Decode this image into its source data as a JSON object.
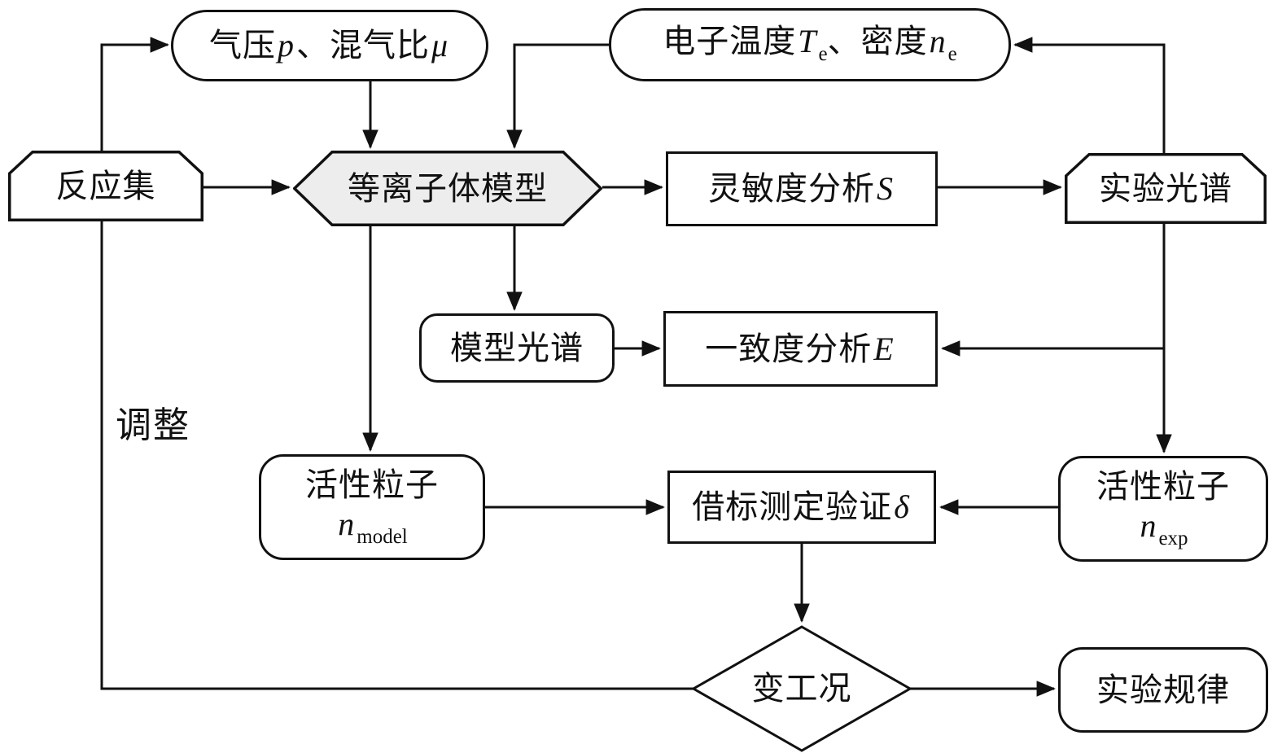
{
  "figure": {
    "type": "flowchart",
    "language": "zh-CN"
  },
  "nodes": {
    "pressure": {
      "p1": "气压",
      "p2": "p",
      "p3": "、混气比",
      "p4": "μ"
    },
    "electron": {
      "p1": "电子温度",
      "p2": "T",
      "p3": "e",
      "p4": "、密度",
      "p5": "n",
      "p6": "e"
    },
    "reaction": {
      "label": "反应集"
    },
    "plasma": {
      "label": "等离子体模型"
    },
    "sensitivity": {
      "p1": "灵敏度分析",
      "p2": "S"
    },
    "exp_spectrum": {
      "label": "实验光谱"
    },
    "model_spectrum": {
      "label": "模型光谱"
    },
    "consistency": {
      "p1": "一致度分析",
      "p2": "E"
    },
    "n_model": {
      "line1": "活性粒子",
      "sym": "n",
      "sub": "model"
    },
    "calibration": {
      "p1": "借标测定验证",
      "p2": "δ"
    },
    "n_exp": {
      "line1": "活性粒子",
      "sym": "n",
      "sub": "exp"
    },
    "decision": {
      "label": "变工况"
    },
    "law": {
      "label": "实验规律"
    }
  },
  "labels": {
    "adjust": "调整"
  },
  "edges": [
    {
      "from": "decision",
      "to": "pressure",
      "label": "调整"
    },
    {
      "from": "pressure",
      "to": "plasma"
    },
    {
      "from": "electron",
      "to": "plasma"
    },
    {
      "from": "exp_spectrum",
      "to": "electron"
    },
    {
      "from": "reaction",
      "to": "plasma"
    },
    {
      "from": "plasma",
      "to": "sensitivity"
    },
    {
      "from": "sensitivity",
      "to": "exp_spectrum"
    },
    {
      "from": "plasma",
      "to": "model_spectrum"
    },
    {
      "from": "plasma",
      "to": "n_model"
    },
    {
      "from": "model_spectrum",
      "to": "consistency"
    },
    {
      "from": "exp_spectrum",
      "to": "consistency"
    },
    {
      "from": "exp_spectrum",
      "to": "n_exp"
    },
    {
      "from": "n_model",
      "to": "calibration"
    },
    {
      "from": "n_exp",
      "to": "calibration"
    },
    {
      "from": "calibration",
      "to": "decision"
    },
    {
      "from": "decision",
      "to": "law"
    }
  ],
  "colors": {
    "line": "#111111",
    "plasma_fill": "#ededed",
    "node_fill": "#ffffff",
    "background": "#ffffff"
  }
}
